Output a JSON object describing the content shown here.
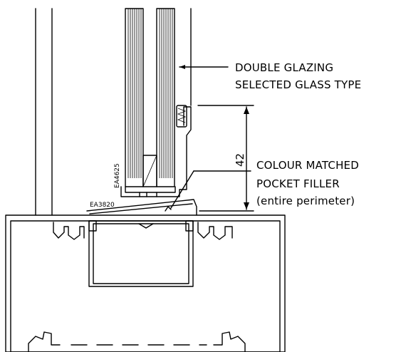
{
  "labels": {
    "glazing_line1": "DOUBLE GLAZING",
    "glazing_line2": "SELECTED GLASS TYPE",
    "filler_line1": "COLOUR MATCHED",
    "filler_line2": "POCKET FILLER",
    "filler_line3": "(entire perimeter)",
    "part_ea4625": "EA4625",
    "part_ea3820": "EA3820",
    "dimension_42": "42"
  }
}
